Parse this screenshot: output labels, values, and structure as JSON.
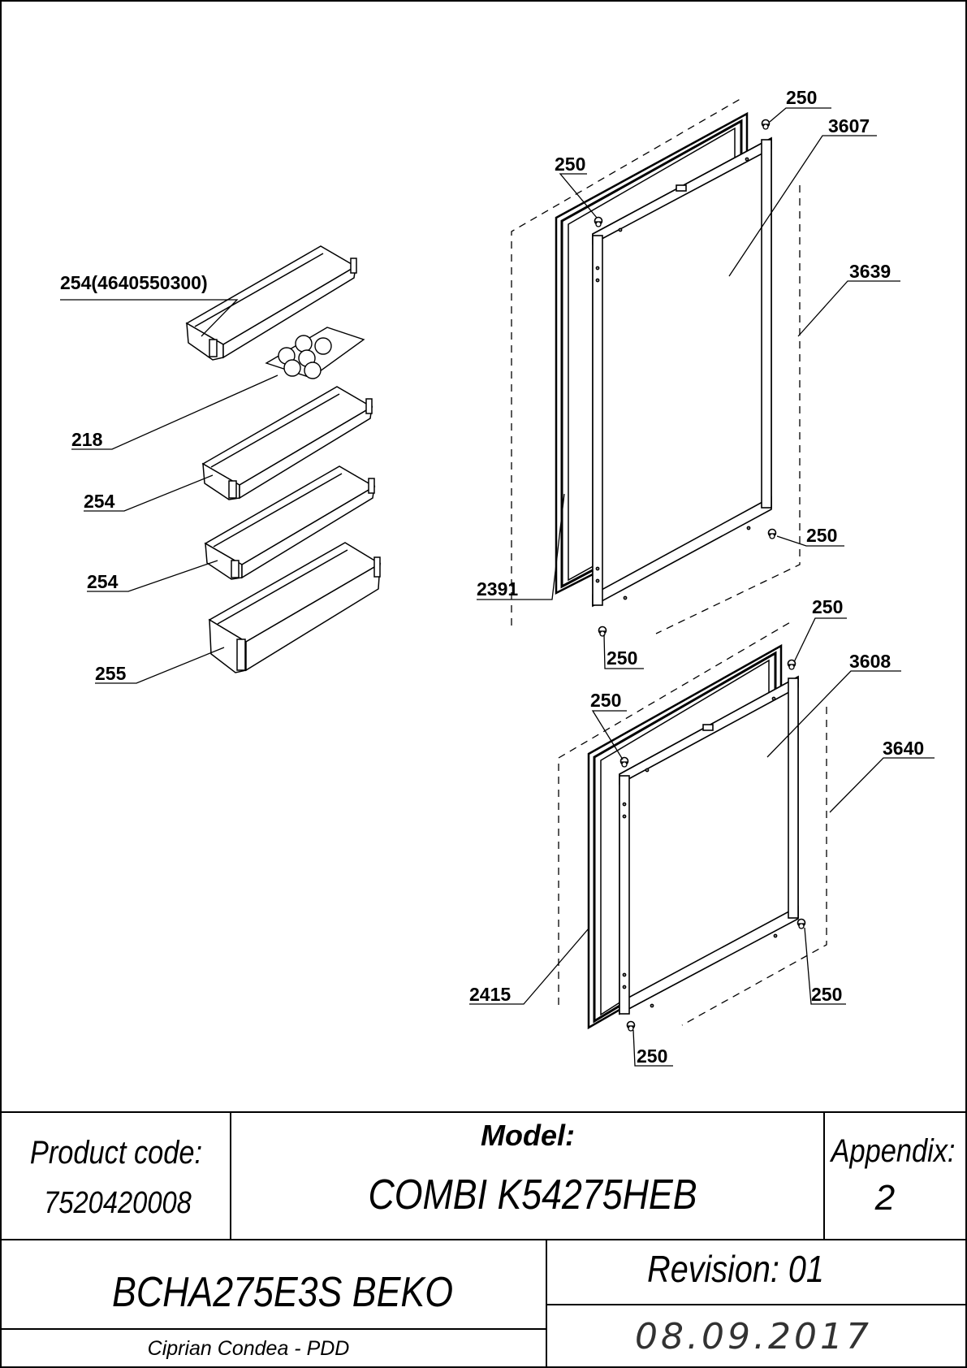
{
  "callouts": {
    "c254_top": "254(4640550300)",
    "c218": "218",
    "c254_mid": "254",
    "c254_low": "254",
    "c255": "255",
    "c250_a": "250",
    "c250_b": "250",
    "c3607": "3607",
    "c3639": "3639",
    "c250_c": "250",
    "c2391": "2391",
    "c250_d": "250",
    "c250_e": "250",
    "c3608": "3608",
    "c250_f": "250",
    "c3640": "3640",
    "c2415": "2415",
    "c250_g": "250",
    "c250_h": "250"
  },
  "title_block": {
    "product_code_label": "Product code:",
    "product_code": "7520420008",
    "model_label": "Model:",
    "model": "COMBI K54275HEB",
    "appendix_label": "Appendix:",
    "appendix": "2",
    "product_name": "BCHA275E3S BEKO",
    "author": "Ciprian Condea - PDD",
    "revision": "Revision: 01",
    "date": "08.09.2017"
  }
}
